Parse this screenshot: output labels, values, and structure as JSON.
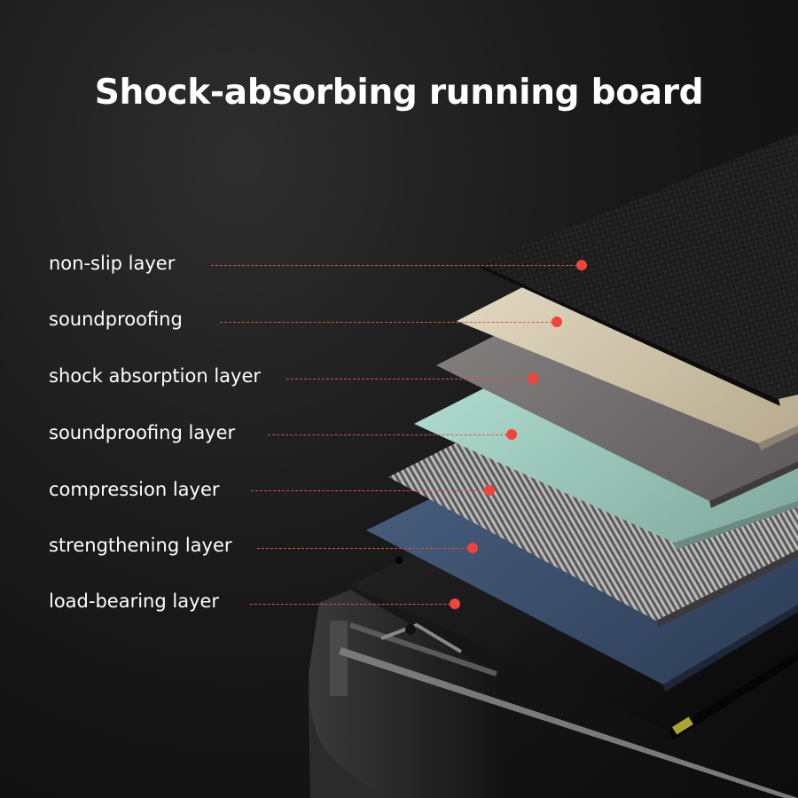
{
  "title": "Shock-absorbing running board",
  "layers": [
    {
      "label": "non-slip layer"
    },
    {
      "label": "soundproofing"
    },
    {
      "label": "shock absorption layer"
    },
    {
      "label": "soundproofing layer"
    },
    {
      "label": "compression layer"
    },
    {
      "label": "strengthening layer"
    },
    {
      "label": "load-bearing layer"
    }
  ],
  "colors": {
    "background": "#141414",
    "text": "#ffffff",
    "marker": "#f2433c",
    "leader": "#d9534f"
  }
}
